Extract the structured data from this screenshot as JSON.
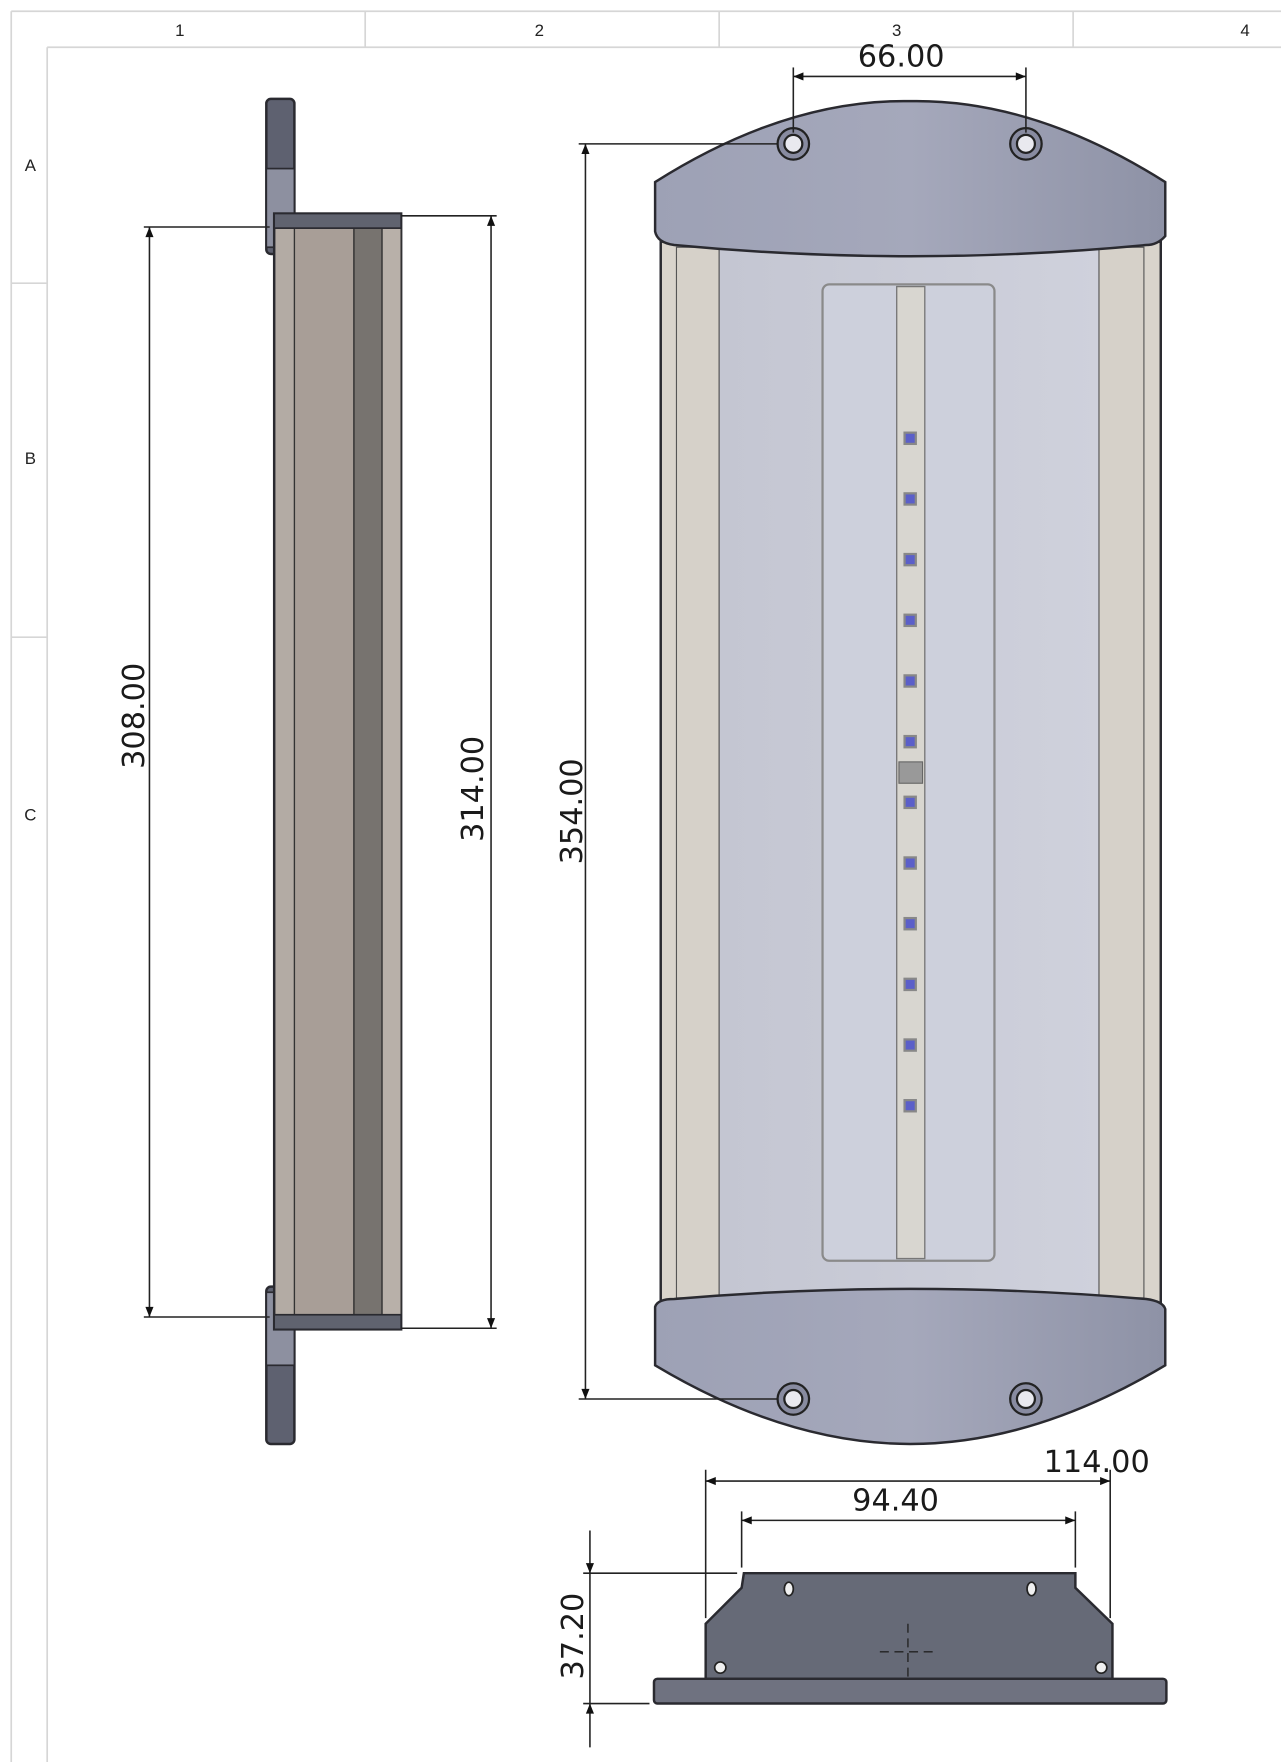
{
  "sheet": {
    "columns": [
      "1",
      "2",
      "3",
      "4"
    ],
    "rows": [
      "A",
      "B",
      "C"
    ]
  },
  "dimensions": {
    "side_inner_height": "308.00",
    "side_outer_height": "314.00",
    "front_overall_height": "354.00",
    "front_hole_spacing": "66.00",
    "end_overall_width": "114.00",
    "end_top_width": "94.40",
    "end_height": "37.20"
  },
  "colors": {
    "cap": "#9599ae",
    "body_panel": "#c9cbd7",
    "rail": "#d9d4cc",
    "led": "#5b5fc9",
    "end_plate": "#666a77",
    "side_panel": "#a89e97"
  }
}
